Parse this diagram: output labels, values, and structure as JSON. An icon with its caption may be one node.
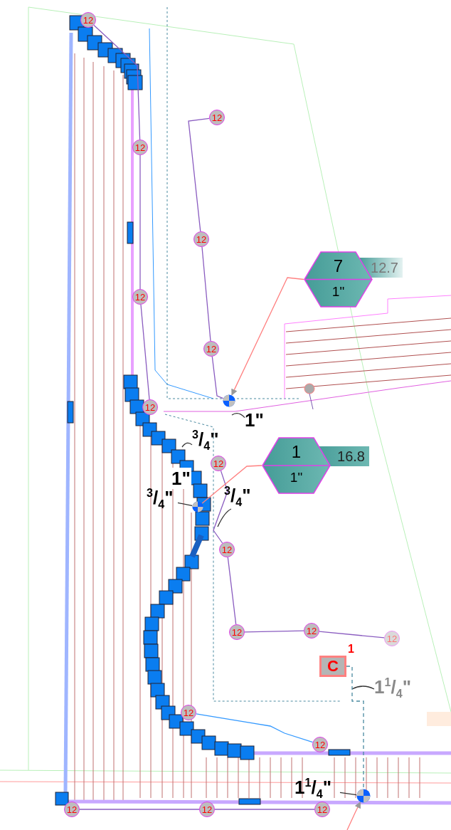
{
  "diagram": {
    "nodes": [
      {
        "text": [
          "12"
        ]
      },
      {
        "text": [
          "12"
        ]
      },
      {
        "text": [
          "12"
        ]
      },
      {
        "text": [
          "12"
        ]
      },
      {
        "text": [
          "7",
          "1\""
        ],
        "beside": [
          "12.7"
        ]
      },
      {
        "text": [
          "12"
        ]
      },
      {
        "text": [
          "12"
        ]
      },
      {
        "text": [],
        "shape": "circle"
      },
      {
        "text": [
          "12"
        ]
      },
      {
        "text": [
          "1\""
        ]
      },
      {
        "text": [
          "$^{3}$/$_{4}$\""
        ]
      },
      {
        "text": [
          "1",
          "1\""
        ],
        "beside": [
          "16.8"
        ]
      },
      {
        "text": [
          "12"
        ]
      },
      {
        "text": [
          "$^{3}$/$_{4}$\""
        ]
      },
      {
        "text": [
          "$^{3}$/$_{4}$\""
        ]
      },
      {
        "text": [],
        "shape": "circle"
      },
      {
        "text": [
          "12"
        ]
      },
      {
        "text": [
          "12"
        ]
      },
      {
        "text": [
          "12"
        ]
      },
      {
        "text": [
          "12"
        ]
      },
      {
        "text": [
          "C"
        ],
        "beside": [
          "1"
        ]
      },
      {
        "text": [
          "1$^{1}$/$_{4}$\""
        ]
      },
      {
        "text": [
          "12"
        ]
      },
      {
        "text": [
          "12"
        ]
      },
      {
        "text": [
          "1$^{1}$/$_{4}$\""
        ]
      },
      {
        "text": [],
        "shape": "circle"
      },
      {
        "text": [
          "12"
        ]
      },
      {
        "text": [
          "12"
        ]
      },
      {
        "text": [
          "12"
        ]
      }
    ],
    "edges": [
      {
        "from": 0,
        "to": 2,
        "arrow": "none"
      },
      {
        "from": 2,
        "to": 5,
        "arrow": "none"
      },
      {
        "from": 5,
        "to": 8,
        "arrow": "none"
      },
      {
        "from": 1,
        "to": 3,
        "arrow": "none"
      },
      {
        "from": 3,
        "to": 6,
        "arrow": "none"
      },
      {
        "from": 6,
        "to": 7,
        "arrow": "none"
      },
      {
        "from": 12,
        "to": 16,
        "arrow": "none"
      },
      {
        "from": 16,
        "to": 17,
        "arrow": "none"
      },
      {
        "from": 17,
        "to": 18,
        "arrow": "none"
      },
      {
        "from": 18,
        "to": 19,
        "arrow": "none"
      },
      {
        "from": 22,
        "to": 23,
        "arrow": "none",
        "color": "#3399ff"
      },
      {
        "from": 26,
        "to": 27,
        "arrow": "none"
      },
      {
        "from": 27,
        "to": 28,
        "arrow": "none"
      },
      {
        "from": 4,
        "to": 7,
        "arrow": "to",
        "color": "#ff8080"
      },
      {
        "from": 11,
        "to": 15,
        "arrow": "none",
        "color": "#ff8080"
      },
      {
        "from": null,
        "to": 25,
        "arrow": "to",
        "color": "#ff8080"
      },
      {
        "from": 9,
        "to": null,
        "arrow": "none",
        "color": "#333333"
      },
      {
        "from": 10,
        "to": null,
        "arrow": "none",
        "color": "#333333"
      },
      {
        "from": 14,
        "to": 15,
        "arrow": "none",
        "color": "#333333"
      },
      {
        "from": 13,
        "to": null,
        "arrow": "none",
        "color": "#333333"
      },
      {
        "from": 21,
        "to": null,
        "arrow": "none",
        "color": "#333333"
      },
      {
        "from": 24,
        "to": 25,
        "arrow": "none",
        "color": "#333333"
      },
      {
        "from": 20,
        "to": 25,
        "arrow": "none",
        "style": "dashed",
        "color": "#4a8aa0"
      }
    ],
    "labels": [
      "1\""
    ]
  }
}
